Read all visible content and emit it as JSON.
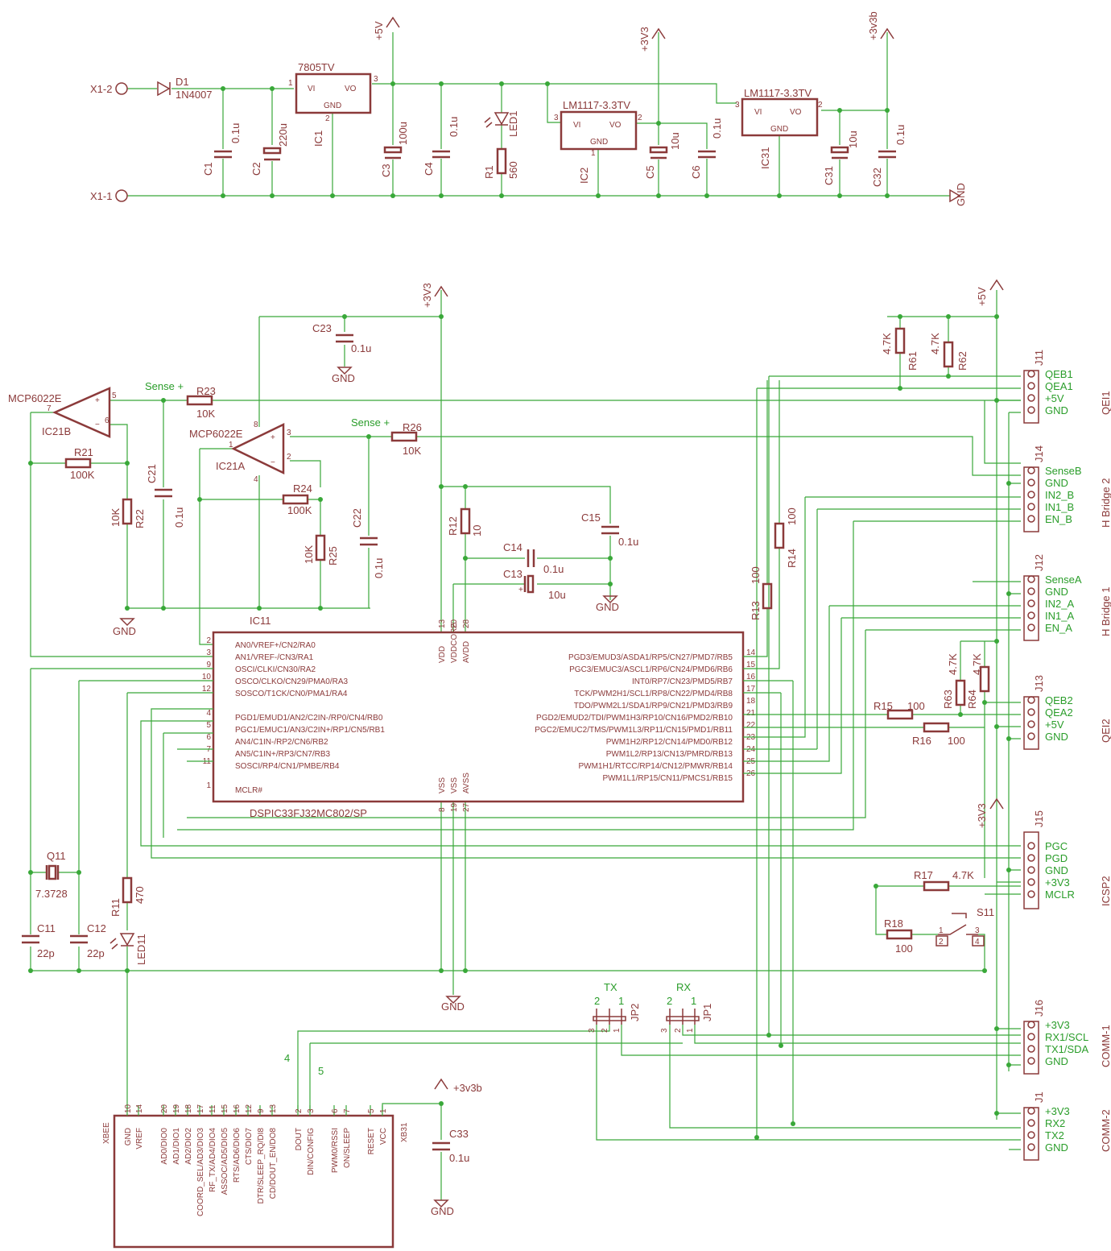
{
  "power": {
    "x1_2": "X1-2",
    "x1_1": "X1-1",
    "d1": "D1",
    "d1_val": "1N4007",
    "c1": "C1",
    "c1_val": "0.1u",
    "c2": "C2",
    "c2_val": "220u",
    "reg1": "7805TV",
    "ic1": "IC1",
    "vi": "VI",
    "vo": "VO",
    "gnd": "GND",
    "p5v": "+5V",
    "p3v3": "+3V3",
    "p3v3b": "+3v3b",
    "c3": "C3",
    "c3_val": "100u",
    "c4": "C4",
    "c4_val": "0.1u",
    "led1": "LED1",
    "r1": "R1",
    "r1_val": "560",
    "reg2": "LM1117-3.3TV",
    "ic2": "IC2",
    "c5": "C5",
    "c5_val": "10u",
    "c6": "C6",
    "c6_val": "0.1u",
    "reg3": "LM1117-3.3TV",
    "ic31": "IC31",
    "c31": "C31",
    "c31_val": "10u",
    "c32": "C32",
    "c32_val": "0.1u",
    "gnd_sym": "GND"
  },
  "analog": {
    "op_b": "MCP6022E",
    "op_b_ref": "IC21B",
    "op_a": "MCP6022E",
    "op_a_ref": "IC21A",
    "sense_plus": "Sense +",
    "r23": "R23",
    "r23_val": "10K",
    "r26": "R26",
    "r26_val": "10K",
    "r21": "R21",
    "r21_val": "100K",
    "r22": "R22",
    "r22_val": "10K",
    "r24": "R24",
    "r24_val": "100K",
    "r25": "R25",
    "r25_val": "10K",
    "c21": "C21",
    "c21_val": "0.1u",
    "c22": "C22",
    "c22_val": "0.1u",
    "c23": "C23",
    "c23_val": "0.1u",
    "ic11": "IC11",
    "gnd": "GND",
    "p3v3": "+3V3"
  },
  "mcu": {
    "part": "DSPIC33FJ32MC802/SP",
    "left_pins": [
      {
        "num": "2",
        "name": "AN0/VREF+/CN2/RA0"
      },
      {
        "num": "3",
        "name": "AN1/VREF-/CN3/RA1"
      },
      {
        "num": "9",
        "name": "OSCI/CLKI/CN30/RA2"
      },
      {
        "num": "10",
        "name": "OSCO/CLKO/CN29/PMA0/RA3"
      },
      {
        "num": "12",
        "name": "SOSCO/T1CK/CN0/PMA1/RA4"
      },
      {
        "num": "4",
        "name": "PGD1/EMUD1/AN2/C2IN-/RP0/CN4/RB0"
      },
      {
        "num": "5",
        "name": "PGC1/EMUC1/AN3/C2IN+/RP1/CN5/RB1"
      },
      {
        "num": "6",
        "name": "AN4/C1IN-/RP2/CN6/RB2"
      },
      {
        "num": "7",
        "name": "AN5/C1IN+/RP3/CN7/RB3"
      },
      {
        "num": "11",
        "name": "SOSCI/RP4/CN1/PMBE/RB4"
      },
      {
        "num": "1",
        "name": "MCLR#"
      }
    ],
    "right_pins": [
      {
        "num": "14",
        "name": "PGD3/EMUD3/ASDA1/RP5/CN27/PMD7/RB5"
      },
      {
        "num": "15",
        "name": "PGC3/EMUC3/ASCL1/RP6/CN24/PMD6/RB6"
      },
      {
        "num": "16",
        "name": "INT0/RP7/CN23/PMD5/RB7"
      },
      {
        "num": "17",
        "name": "TCK/PWM2H1/SCL1/RP8/CN22/PMD4/RB8"
      },
      {
        "num": "18",
        "name": "TDO/PWM2L1/SDA1/RP9/CN21/PMD3/RB9"
      },
      {
        "num": "21",
        "name": "PGD2/EMUD2/TDI/PWM1H3/RP10/CN16/PMD2/RB10"
      },
      {
        "num": "22",
        "name": "PGC2/EMUC2/TMS/PWM1L3/RP11/CN15/PMD1/RB11"
      },
      {
        "num": "23",
        "name": "PWM1H2/RP12/CN14/PMD0/RB12"
      },
      {
        "num": "24",
        "name": "PWM1L2/RP13/CN13/PMRD/RB13"
      },
      {
        "num": "25",
        "name": "PWM1H1/RTCC/RP14/CN12/PMWR/RB14"
      },
      {
        "num": "26",
        "name": "PWM1L1/RP15/CN11/PMCS1/RB15"
      }
    ],
    "top_pins": [
      {
        "num": "13",
        "name": "VDD"
      },
      {
        "num": "20",
        "name": "VDDCORE"
      },
      {
        "num": "28",
        "name": "AVDD"
      }
    ],
    "bottom_pins": [
      {
        "num": "8",
        "name": "VSS"
      },
      {
        "num": "19",
        "name": "VSS"
      },
      {
        "num": "27",
        "name": "AVSS"
      }
    ],
    "r12": "R12",
    "r12_val": "10",
    "c14": "C14",
    "c14_val": "0.1u",
    "c13": "C13",
    "c13_val": "10u",
    "c15": "C15",
    "c15_val": "0.1u",
    "r13": "R13",
    "r13_val": "100",
    "r14": "R14",
    "r14_val": "100",
    "r15": "R15",
    "r15_val": "100",
    "r16": "R16",
    "r16_val": "100",
    "gnd": "GND"
  },
  "osc": {
    "q11": "Q11",
    "q11_val": "7.3728",
    "c11": "C11",
    "c11_val": "22p",
    "c12": "C12",
    "c12_val": "22p",
    "r11": "R11",
    "r11_val": "470",
    "led11": "LED11"
  },
  "connectors": {
    "j11": {
      "ref": "J11",
      "title": "QEI1",
      "pins": [
        "QEB1",
        "QEA1",
        "+5V",
        "GND"
      ]
    },
    "j14": {
      "ref": "J14",
      "title": "H Bridge 2",
      "pins": [
        "SenseB",
        "GND",
        "IN2_B",
        "IN1_B",
        "EN_B"
      ]
    },
    "j12": {
      "ref": "J12",
      "title": "H Bridge 1",
      "pins": [
        "SenseA",
        "GND",
        "IN2_A",
        "IN1_A",
        "EN_A"
      ]
    },
    "j13": {
      "ref": "J13",
      "title": "QEI2",
      "pins": [
        "QEB2",
        "QEA2",
        "+5V",
        "GND"
      ]
    },
    "j15": {
      "ref": "J15",
      "title": "ICSP2",
      "pins": [
        "PGC",
        "PGD",
        "GND",
        "+3V3",
        "MCLR"
      ]
    },
    "j16": {
      "ref": "J16",
      "title": "COMM-1",
      "pins": [
        "+3V3",
        "RX1/SCL",
        "TX1/SDA",
        "GND"
      ]
    },
    "j1": {
      "ref": "J1",
      "title": "COMM-2",
      "pins": [
        "+3V3",
        "RX2",
        "TX2",
        "GND"
      ]
    },
    "r61": "R61",
    "r61_val": "4.7K",
    "r62": "R62",
    "r62_val": "4.7K",
    "r63": "R63",
    "r63_val": "4.7K",
    "r64": "R64",
    "r64_val": "4.7K",
    "r17": "R17",
    "r17_val": "4.7K",
    "r18": "R18",
    "r18_val": "100",
    "s11": "S11",
    "p5v": "+5V",
    "p3v3": "+3V3"
  },
  "jumpers": {
    "tx": "TX",
    "jp2": "JP2",
    "rx": "RX",
    "jp1": "JP1",
    "n1": "1",
    "n2": "2",
    "n3": "3",
    "net4": "4",
    "net5": "5"
  },
  "xbee": {
    "ref": "XBEE",
    "ref2": "XB31",
    "p3v3b": "+3v3b",
    "c33": "C33",
    "c33_val": "0.1u",
    "gnd": "GND",
    "pins": [
      {
        "num": "10",
        "name": "GND"
      },
      {
        "num": "14",
        "name": "VREF"
      },
      {
        "num": "20",
        "name": "AD0/DIO0"
      },
      {
        "num": "19",
        "name": "AD1/DIO1"
      },
      {
        "num": "18",
        "name": "AD2/DIO2"
      },
      {
        "num": "17",
        "name": "COORD_SEL/AD3/DIO3"
      },
      {
        "num": "11",
        "name": "RF_TX/AD4/DIO4"
      },
      {
        "num": "15",
        "name": "ASSOC/AD5/DIO5"
      },
      {
        "num": "16",
        "name": "RTS/AD6/DIO6"
      },
      {
        "num": "12",
        "name": "CTS/DIO7"
      },
      {
        "num": "9",
        "name": "DTR/SLEEP_RQ/DI8"
      },
      {
        "num": "13",
        "name": "CD/DOUT_EN/DO8"
      },
      {
        "num": "2",
        "name": "DOUT"
      },
      {
        "num": "3",
        "name": "DIN/CONFIG"
      },
      {
        "num": "6",
        "name": "PWM0/RSSI"
      },
      {
        "num": "7",
        "name": "ON/SLEEP"
      },
      {
        "num": "5",
        "name": "RESET"
      },
      {
        "num": "1",
        "name": "VCC"
      }
    ]
  }
}
